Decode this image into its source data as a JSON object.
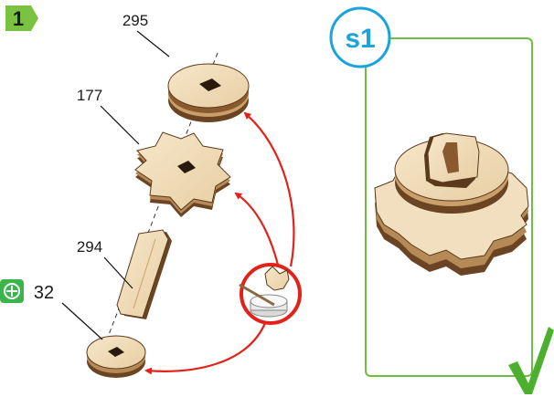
{
  "step": {
    "number": "1"
  },
  "parts": [
    {
      "id": "295",
      "label": "295"
    },
    {
      "id": "177",
      "label": "177"
    },
    {
      "id": "294",
      "label": "294"
    },
    {
      "id": "32",
      "label": "32"
    }
  ],
  "result": {
    "label": "s1"
  },
  "colors": {
    "step_badge": "#7cc242",
    "frame_green": "#6fbe44",
    "s1_blue": "#1aa3dc",
    "arrow_red": "#e32119",
    "check_green": "#4caf2e",
    "wood_light": "#f1dfc0",
    "wood_dark": "#6b4423"
  },
  "icons": {
    "part_add_icon": "plus-circle-icon",
    "glue_icon": "glue-pot-icon",
    "check_icon": "check-mark-icon"
  }
}
